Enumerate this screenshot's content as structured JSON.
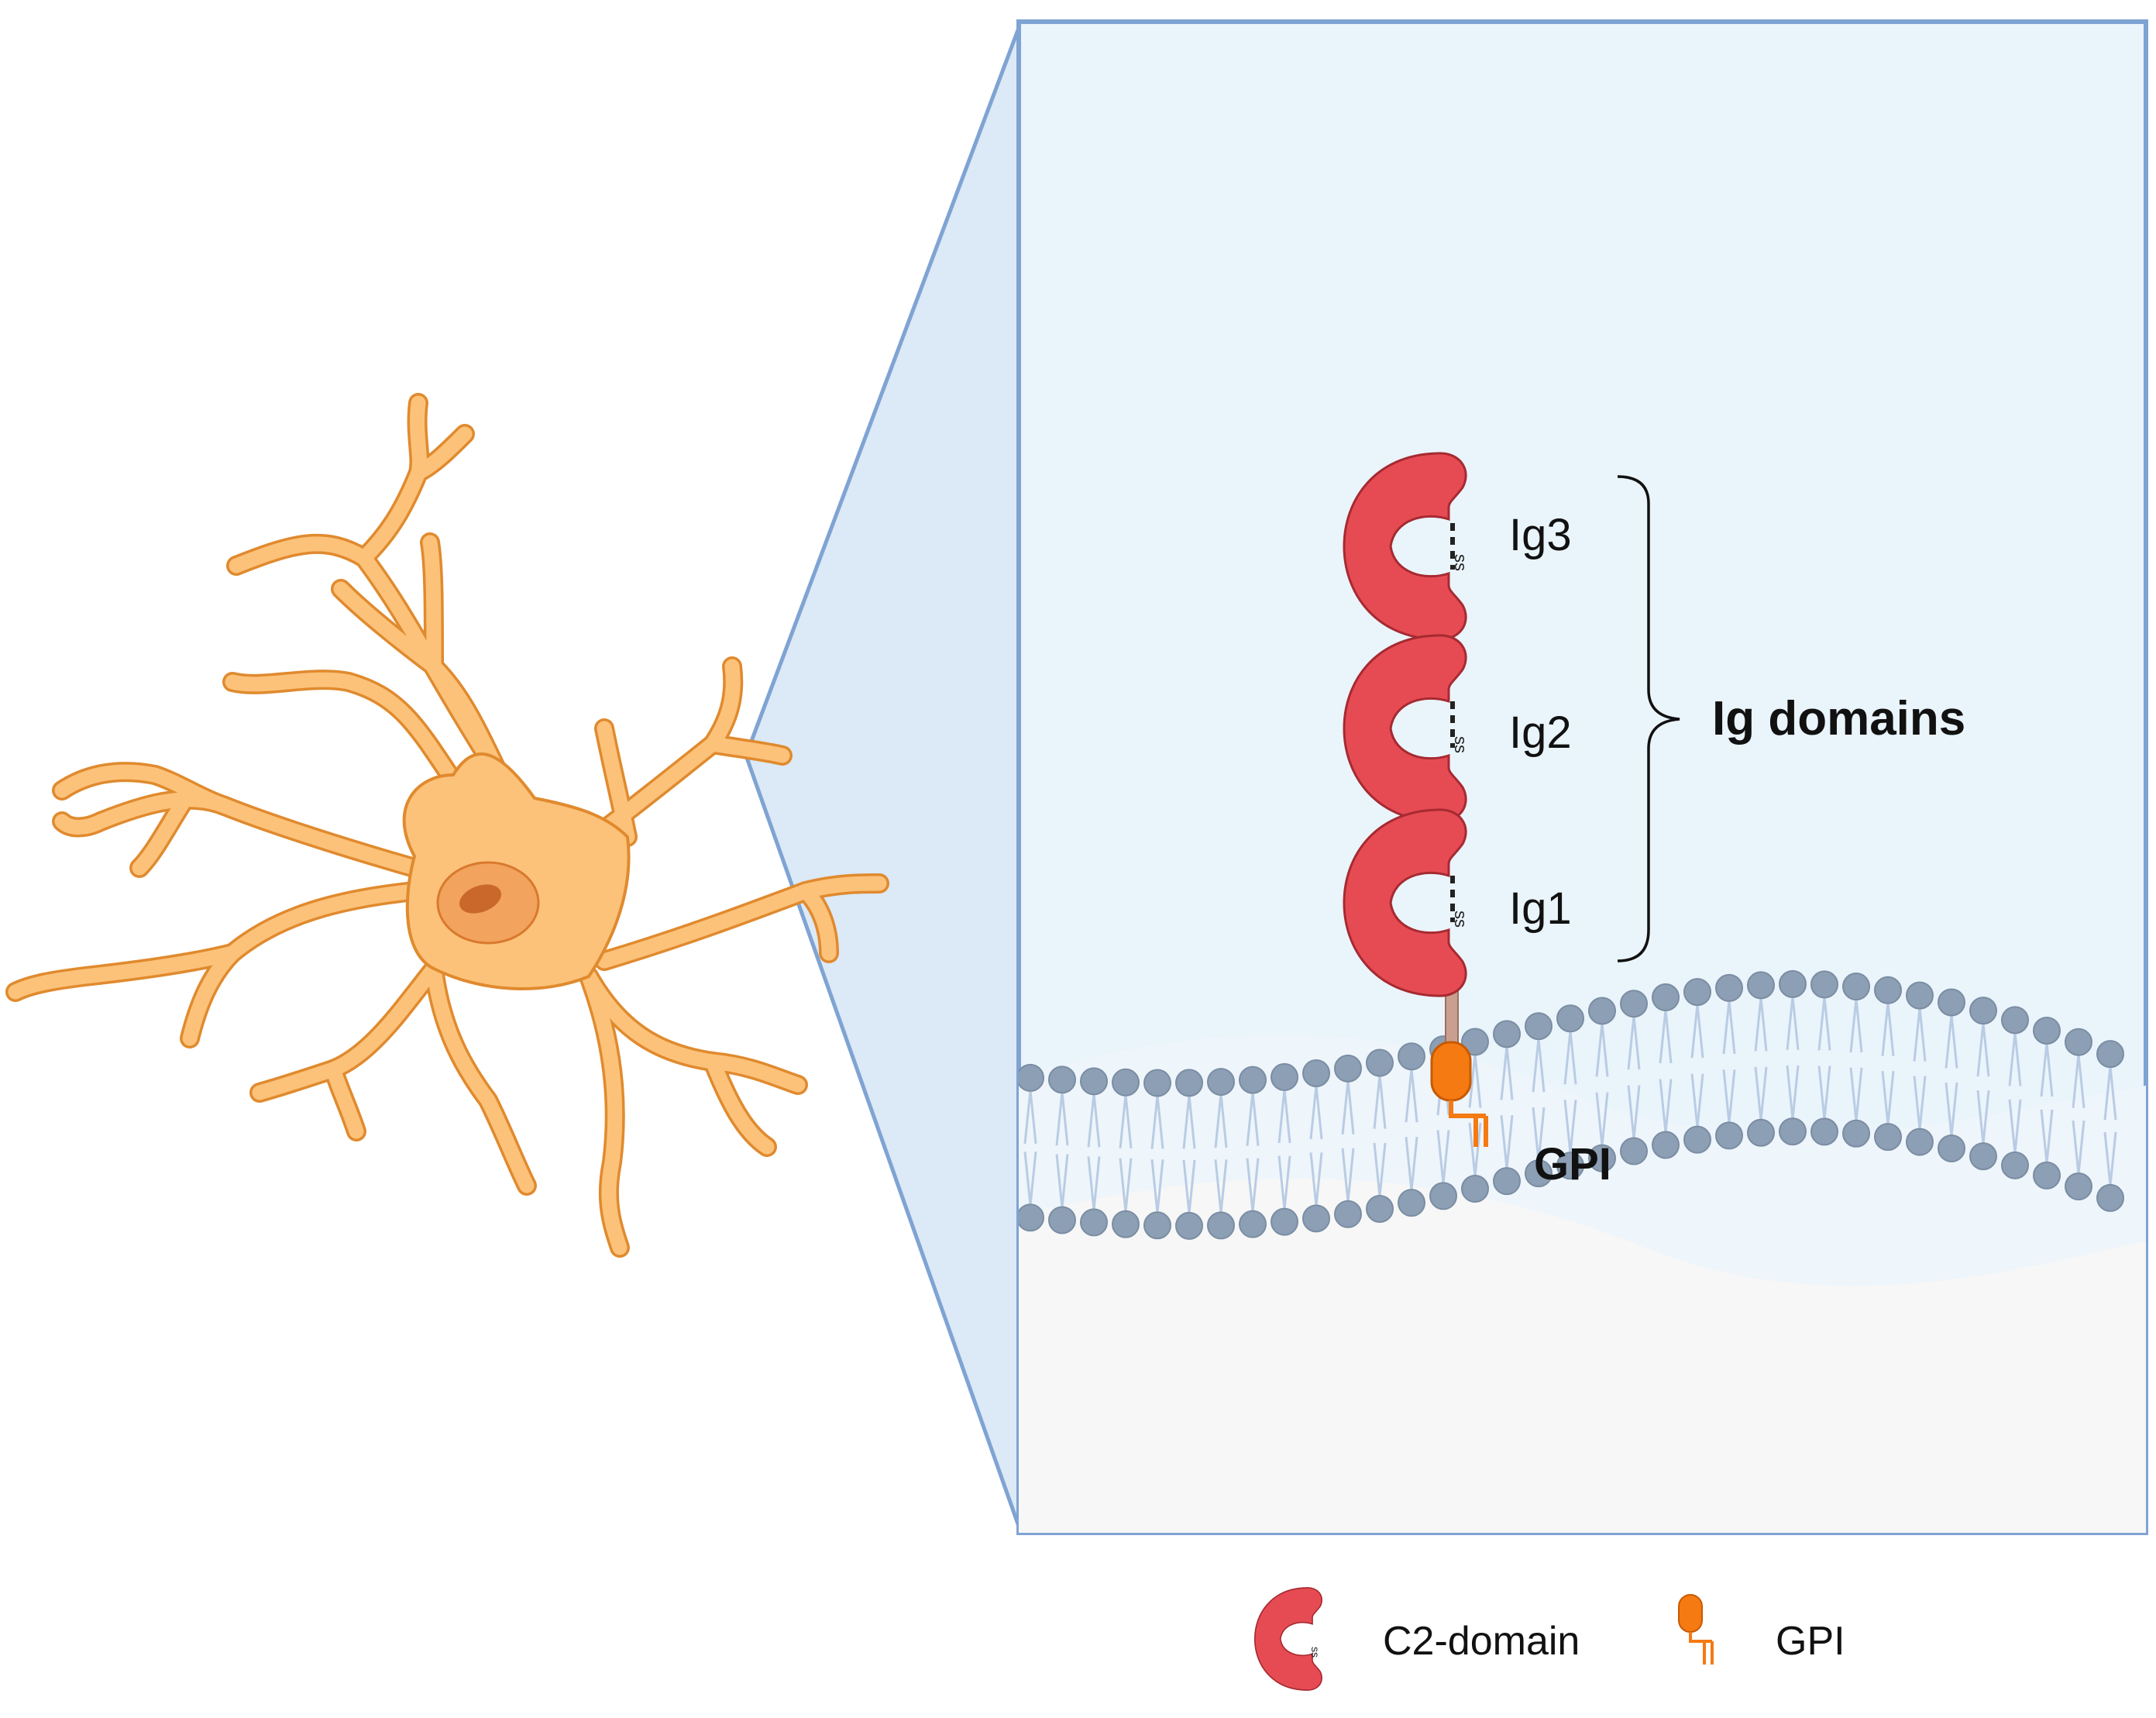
{
  "labels": {
    "domains": [
      "Ig3",
      "Ig2",
      "Ig1"
    ],
    "ss": "ss",
    "bracket": "Ig domains",
    "anchor": "GPI"
  },
  "legend": {
    "c2_label": "C2-domain",
    "gpi_label": "GPI"
  },
  "colors": {
    "neuron_fill": "#FCC27A",
    "neuron_stroke": "#E08A2E",
    "nucleus": "#F2A35E",
    "nucleolus": "#D9792E",
    "zoom_panel": "#EAF4FB",
    "zoom_border": "#7FA3D3",
    "ig_domain": "#E64B53",
    "ig_stroke": "#A62A31",
    "gpi": "#F57A12",
    "lipid_head": "#8C9FB4",
    "lipid_tail": "#B9CCE4",
    "cytoplasm": "#F7F7F7"
  },
  "icons": [
    "neuron-illustration",
    "c2-domain-icon",
    "gpi-anchor-icon",
    "lipid-bilayer"
  ]
}
